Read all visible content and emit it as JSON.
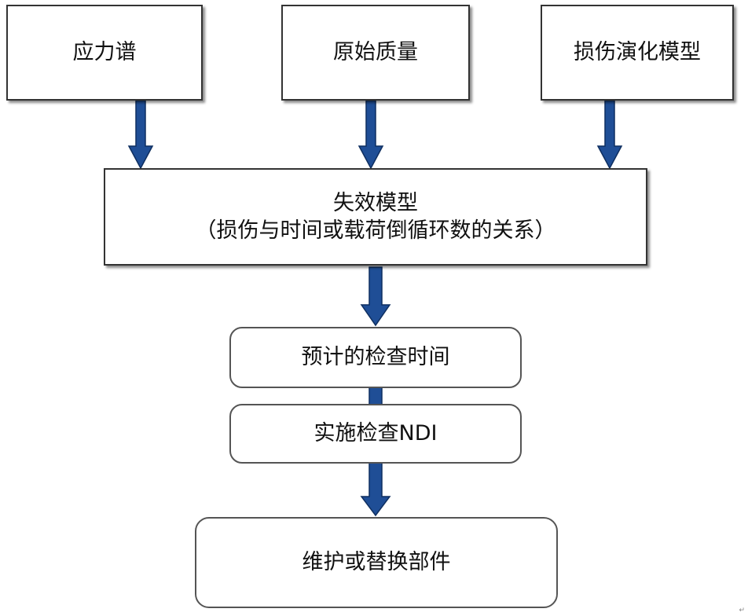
{
  "diagram": {
    "inputs": [
      {
        "label": "应力谱"
      },
      {
        "label": "原始质量"
      },
      {
        "label": "损伤演化模型"
      }
    ],
    "failure_model": {
      "title": "失效模型",
      "subtitle": "（损伤与时间或载荷倒循环数的关系）"
    },
    "steps": [
      {
        "label": "预计的检查时间"
      },
      {
        "label": "实施检查NDI"
      },
      {
        "label": "维护或替换部件"
      }
    ],
    "colors": {
      "arrow": "#1f4e96",
      "box_border": "#333333"
    },
    "corner_mark": "↵"
  }
}
